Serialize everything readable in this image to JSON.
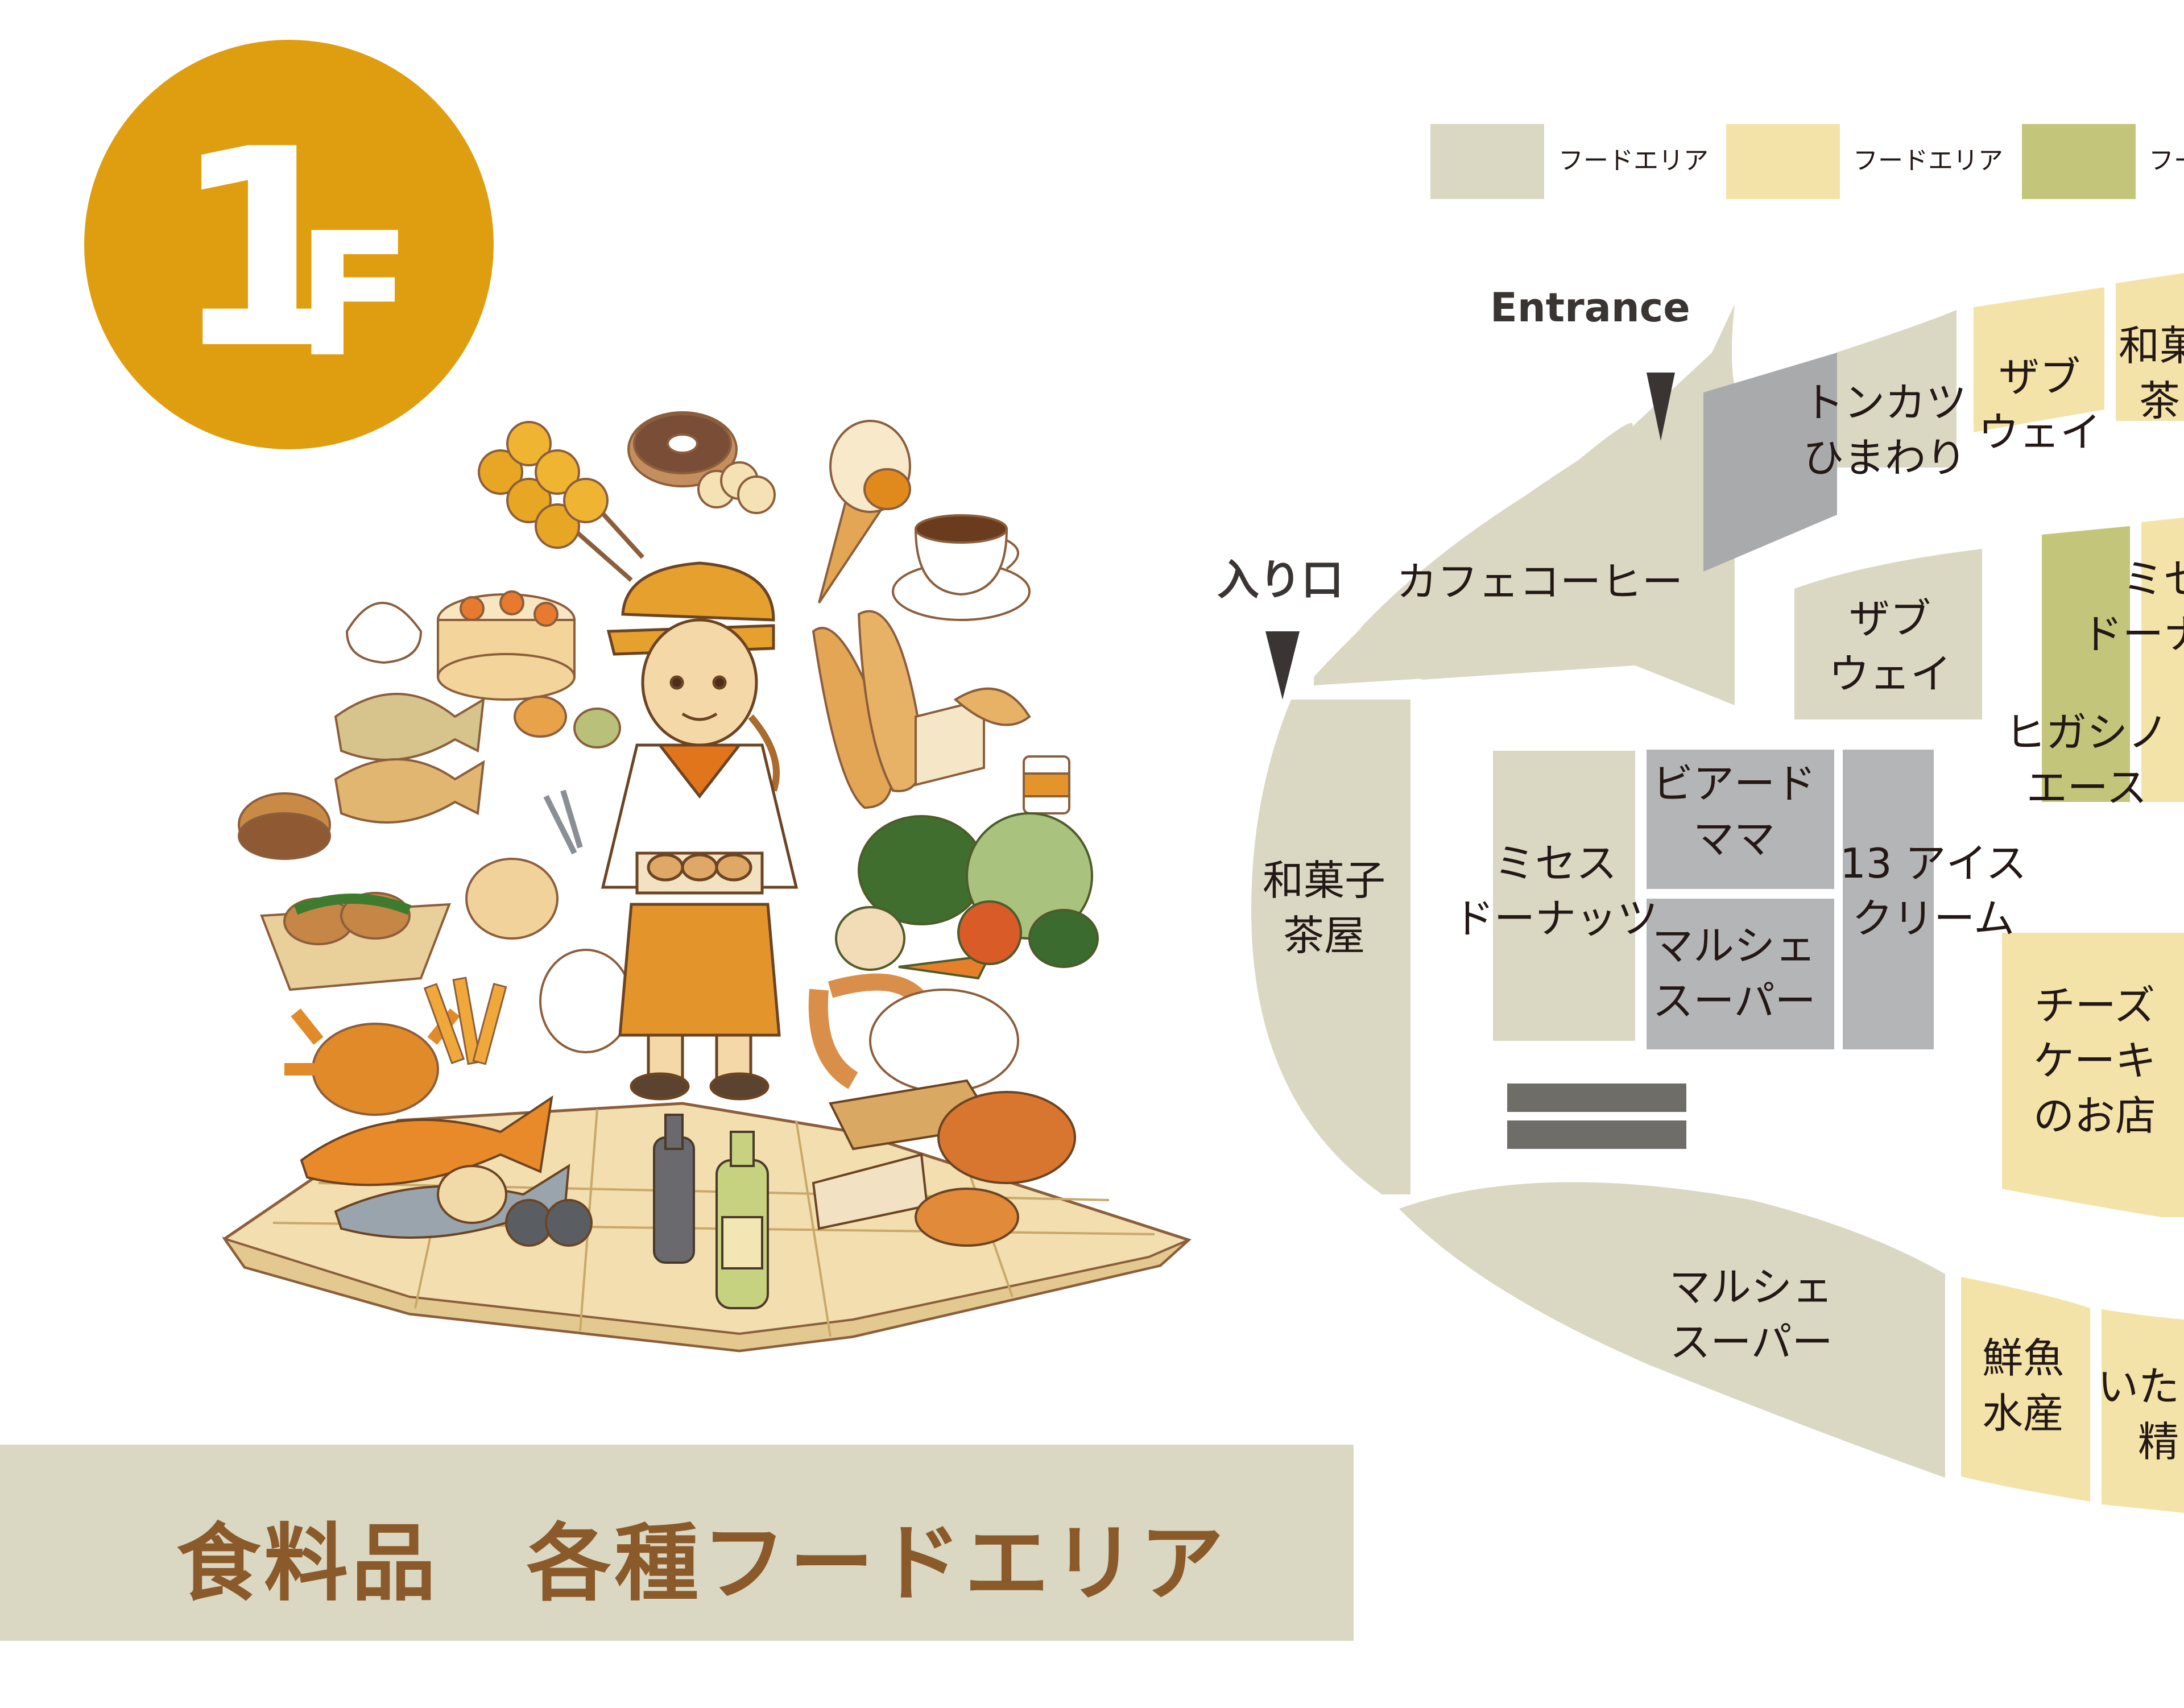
{
  "floor": {
    "number": "1",
    "letter": "F"
  },
  "title": "食料品　各種フードエリア",
  "legend": [
    {
      "label": "フードエリア",
      "color": "#DAD8C3"
    },
    {
      "label": "フードエリア",
      "color": "#F3E3A8"
    },
    {
      "label": "フー",
      "color": "#C3C67A"
    }
  ],
  "entrances": {
    "english": "Entrance",
    "japanese": "入り口"
  },
  "shops": {
    "tonkatsu": [
      "トンカツ",
      "ひまわり"
    ],
    "subway_top": [
      "ザブ",
      "ウェイ"
    ],
    "wagashi_top": [
      "和菓",
      "茶"
    ],
    "cafe": [
      "カフェコーヒー"
    ],
    "subway_mid": [
      "ザブ",
      "ウェイ"
    ],
    "mister_right": [
      "ミセ",
      "ドーナ"
    ],
    "higashino": [
      "ヒガシノ",
      "エース"
    ],
    "wagashi_left": [
      "和菓子",
      "茶屋"
    ],
    "misses_donuts": [
      "ミセス",
      "ドーナッツ"
    ],
    "beard_papa": [
      "ビアード",
      "ママ"
    ],
    "marche_inner": [
      "マルシェ",
      "スーパー"
    ],
    "ice_cream": [
      "13 アイス",
      "クリーム"
    ],
    "cheese_cake": [
      "チーズ",
      "ケーキ",
      "のお店"
    ],
    "marche_bottom": [
      "マルシェ",
      "スーパー"
    ],
    "fish": [
      "鮮魚",
      "水産"
    ],
    "ita": [
      "いた",
      "精"
    ]
  },
  "colors": {
    "beige": "#DAD8C3",
    "yellow": "#F3E3A8",
    "green": "#C3C67A",
    "gray": "#B4B5B6",
    "dark_gray": "#A9AAAC",
    "stairs": "#6F6D68",
    "badge": "#DE9E0F",
    "title": "#8A5A2B"
  },
  "icons": [
    "down-arrow-icon",
    "stairs-icon",
    "food-illustration"
  ]
}
